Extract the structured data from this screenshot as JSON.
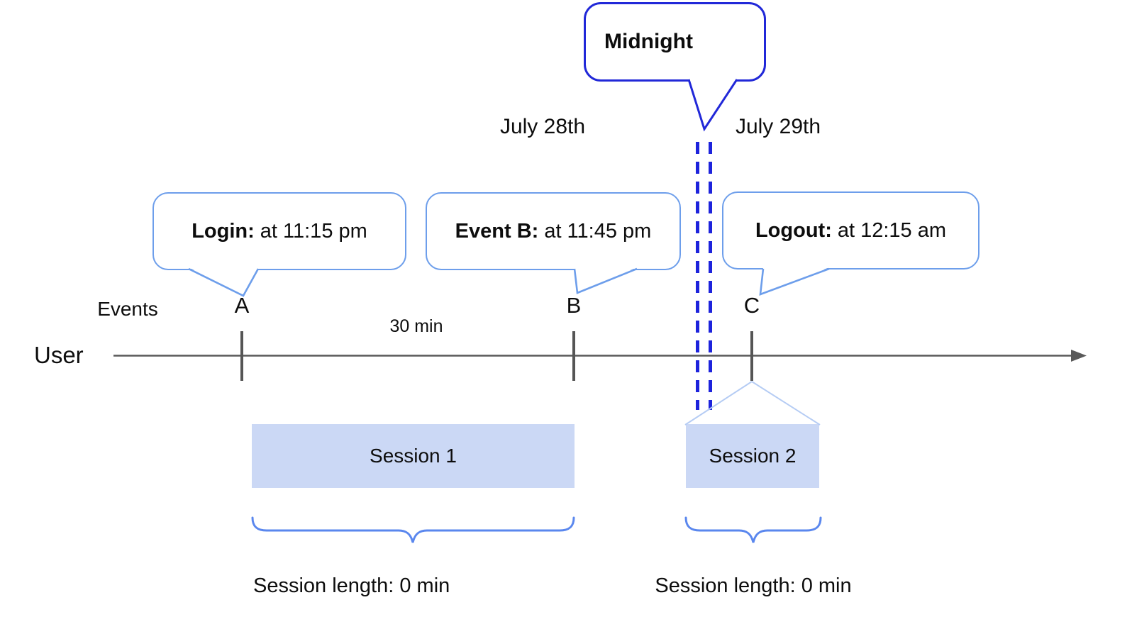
{
  "colors": {
    "background": "#ffffff",
    "timeline": "#595959",
    "tick": "#555555",
    "callout_border": "#6d9eeb",
    "midnight_border": "#2128d8",
    "midnight_dash": "#1d23dc",
    "session_fill": "#cbd8f5",
    "brace": "#5a87ee",
    "funnel": "#b5ccf4",
    "text": "#0d0d0d"
  },
  "diagram": {
    "midnight": {
      "label": "Midnight"
    },
    "dates": {
      "left": "July 28th",
      "right": "July 29th"
    },
    "callouts": [
      {
        "title": "Login:",
        "detail": "at 11:15 pm"
      },
      {
        "title": "Event B:",
        "detail": "at 11:45 pm"
      },
      {
        "title": "Logout:",
        "detail": "at 12:15 am"
      }
    ],
    "axis": {
      "events_label": "Events",
      "user_label": "User",
      "interval_label": "30 min",
      "markers": [
        "A",
        "B",
        "C"
      ]
    },
    "sessions": [
      {
        "label": "Session 1",
        "length": "Session length: 0 min"
      },
      {
        "label": "Session 2",
        "length": "Session length: 0 min"
      }
    ]
  }
}
